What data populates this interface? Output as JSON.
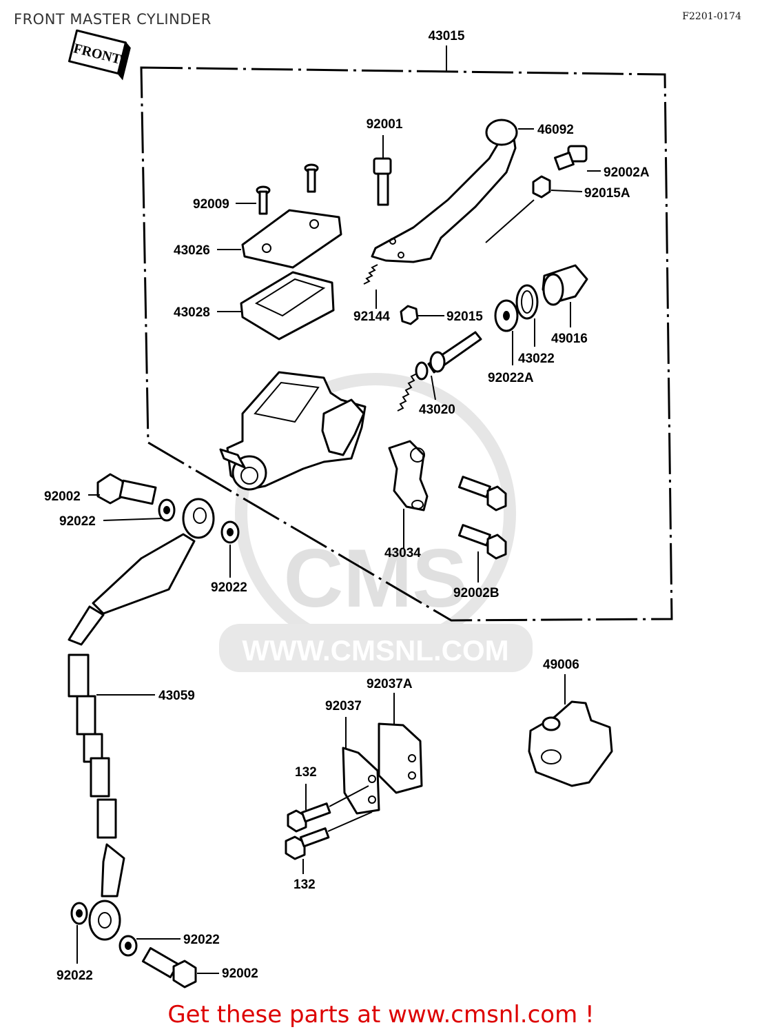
{
  "header": {
    "title": "FRONT MASTER CYLINDER",
    "code": "F2201-0174"
  },
  "diagram": {
    "front_tag": "FRONT",
    "watermark": "WWW.CMSNL.COM",
    "watermark_logo": "CMS",
    "callouts": {
      "c43015": "43015",
      "c92001": "92001",
      "c46092": "46092",
      "c92002A": "92002A",
      "c92015A": "92015A",
      "c92009": "92009",
      "c43026": "43026",
      "c43028": "43028",
      "c92144": "92144",
      "c92015": "92015",
      "c49016": "49016",
      "c43022": "43022",
      "c92022A": "92022A",
      "c43020": "43020",
      "c92002_top": "92002",
      "c92022_a": "92022",
      "c92022_b": "92022",
      "c43034": "43034",
      "c92002B": "92002B",
      "c43059": "43059",
      "c49006": "49006",
      "c92037A": "92037A",
      "c92037": "92037",
      "c132_a": "132",
      "c132_b": "132",
      "c92022_c": "92022",
      "c92022_d": "92022",
      "c92002_bottom": "92002"
    }
  },
  "footer": {
    "promo": "Get these parts at www.cmsnl.com !"
  }
}
